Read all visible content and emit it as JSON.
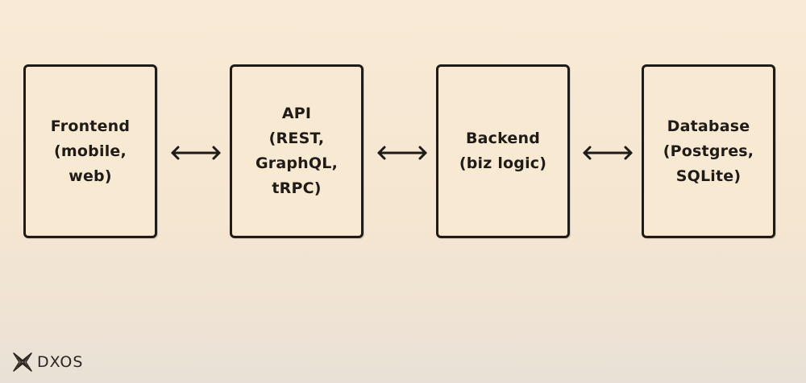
{
  "diagram": {
    "boxes": [
      {
        "id": "frontend",
        "label": "Frontend\n(mobile,\nweb)"
      },
      {
        "id": "api",
        "label": "API\n(REST,\nGraphQL,\ntRPC)"
      },
      {
        "id": "backend",
        "label": "Backend\n(biz logic)"
      },
      {
        "id": "database",
        "label": "Database\n(Postgres,\nSQLite)"
      }
    ],
    "connectors": [
      {
        "from": "frontend",
        "to": "api",
        "direction": "bidirectional"
      },
      {
        "from": "api",
        "to": "backend",
        "direction": "bidirectional"
      },
      {
        "from": "backend",
        "to": "database",
        "direction": "bidirectional"
      }
    ]
  },
  "watermark": {
    "logo_text": "DXOS",
    "icon": "dxos-logo-icon"
  },
  "colors": {
    "stroke": "#1f1b17",
    "box_fill": "#f8e9d3",
    "background": "#f8ead6"
  }
}
